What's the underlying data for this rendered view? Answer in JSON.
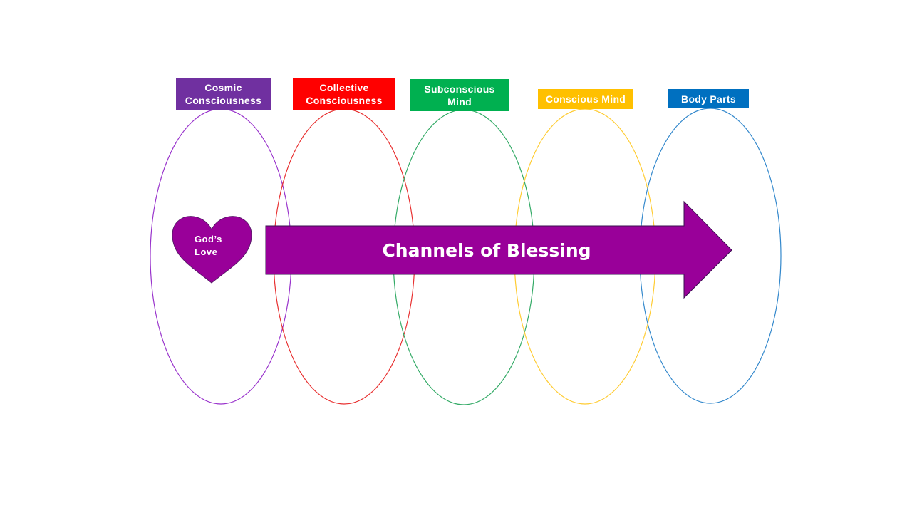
{
  "diagram": {
    "title": "Channels of Blessing",
    "arrow": {
      "label": "Channels of Blessing",
      "color": "#990099"
    },
    "source": {
      "label": "God’s\nLove",
      "shape": "heart",
      "color": "#990099"
    },
    "stages": [
      {
        "id": "cosmic",
        "label": "Cosmic\nConsciousness",
        "color": "#7030a0",
        "ellipse_color": "#9933cc"
      },
      {
        "id": "collective",
        "label": "Collective\nConsciousness",
        "color": "#ff0000",
        "ellipse_color": "#e83030"
      },
      {
        "id": "subconscious",
        "label": "Subconscious\nMind",
        "color": "#00b050",
        "ellipse_color": "#33aa66"
      },
      {
        "id": "conscious",
        "label": "Conscious Mind",
        "color": "#ffc000",
        "ellipse_color": "#ffcc33"
      },
      {
        "id": "body",
        "label": "Body Parts",
        "color": "#0070c0",
        "ellipse_color": "#3388cc"
      }
    ]
  }
}
